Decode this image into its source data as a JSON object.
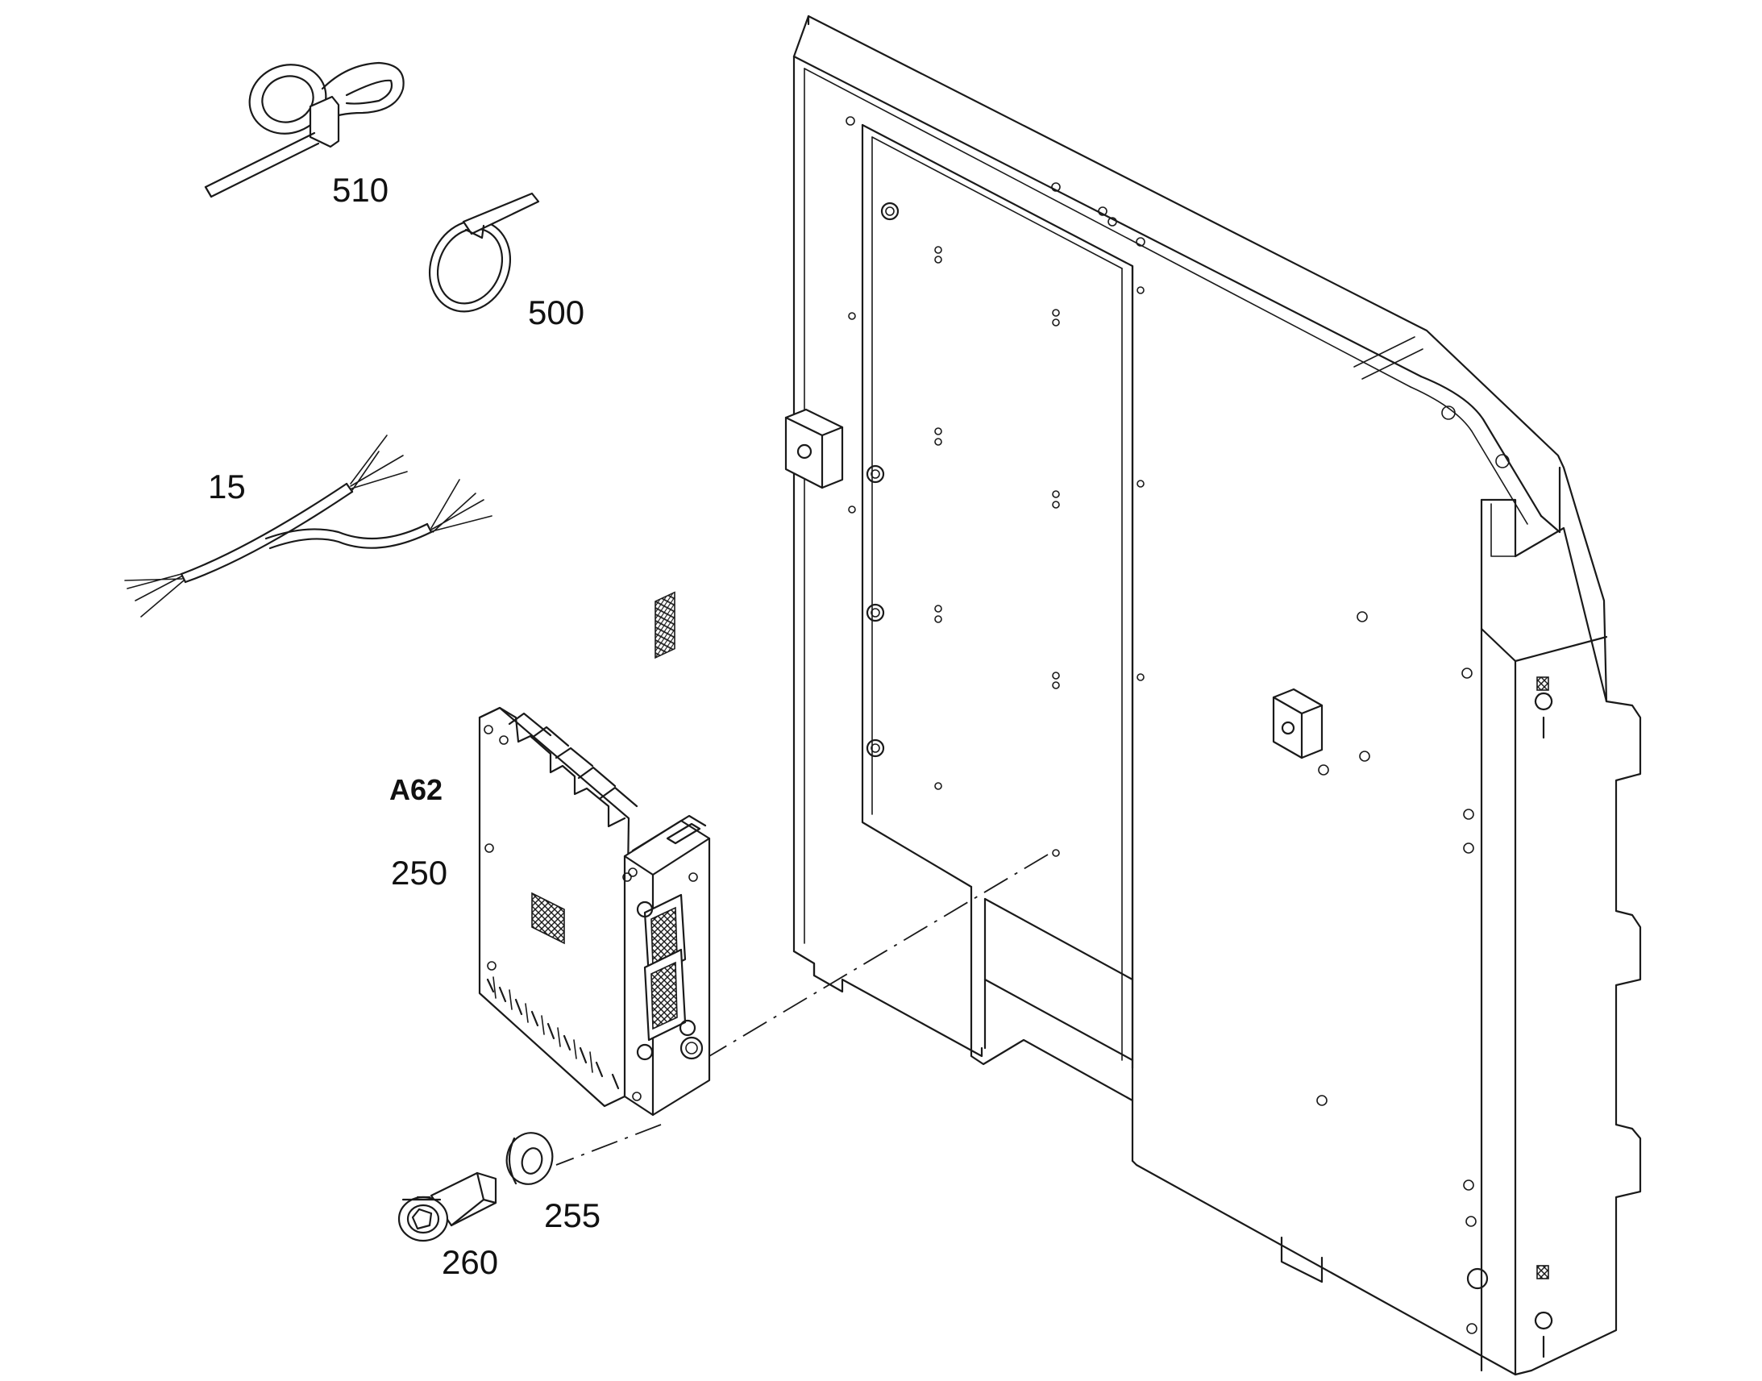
{
  "callouts": {
    "p510": "510",
    "p500": "500",
    "p15": "15",
    "a62": "A62",
    "p250": "250",
    "p255": "255",
    "p260": "260"
  }
}
